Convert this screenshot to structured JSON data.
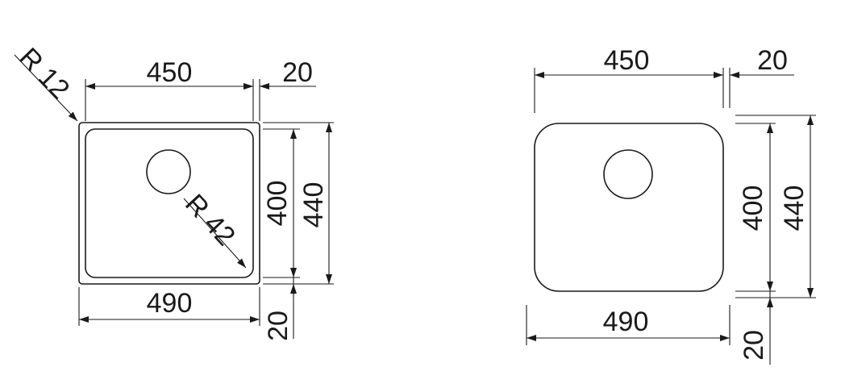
{
  "left_view": {
    "top_width": "450",
    "top_offset": "20",
    "bottom_width": "490",
    "bottom_offset": "20",
    "inner_height": "400",
    "outer_height": "440",
    "corner_radius_label": "R 12",
    "bowl_radius_label": "R 42"
  },
  "right_view": {
    "top_width": "450",
    "top_offset": "20",
    "bottom_width": "490",
    "bottom_offset": "20",
    "inner_height": "400",
    "outer_height": "440"
  }
}
